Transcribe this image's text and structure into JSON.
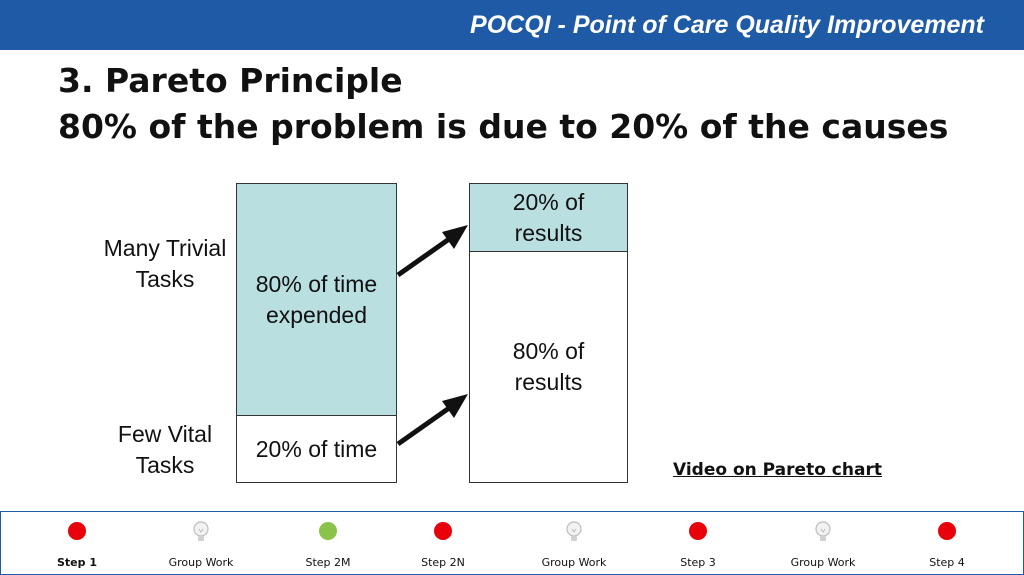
{
  "header": {
    "title": "POCQI - Point of Care Quality Improvement"
  },
  "heading": {
    "line1": "3. Pareto Principle",
    "line2": "80% of the problem is due to 20% of the causes"
  },
  "diagram": {
    "left_labels": {
      "top": [
        "Many Trivial",
        "Tasks"
      ],
      "bottom": [
        "Few Vital",
        "Tasks"
      ]
    },
    "left_box": {
      "top": [
        "80% of time",
        "expended"
      ],
      "bottom": [
        "20% of time"
      ]
    },
    "right_box": {
      "top": [
        "20% of",
        "results"
      ],
      "bottom": [
        "80% of",
        "results"
      ]
    },
    "shade_color": "#b9dfe1"
  },
  "video_link": "Video on Pareto chart",
  "nav": {
    "steps": [
      {
        "label": "Step 1",
        "marker": "dot",
        "color": "#e8000b",
        "active": true
      },
      {
        "label": "Group Work",
        "marker": "lightbulb-icon",
        "color": "#d9d9d9",
        "active": false
      },
      {
        "label": "Step 2M",
        "marker": "dot",
        "color": "#8bc34a",
        "active": false
      },
      {
        "label": "Step 2N",
        "marker": "dot",
        "color": "#e8000b",
        "active": false
      },
      {
        "label": "Group Work",
        "marker": "lightbulb-icon",
        "color": "#d9d9d9",
        "active": false
      },
      {
        "label": "Step 3",
        "marker": "dot",
        "color": "#e8000b",
        "active": false
      },
      {
        "label": "Group Work",
        "marker": "lightbulb-icon",
        "color": "#d9d9d9",
        "active": false
      },
      {
        "label": "Step 4",
        "marker": "dot",
        "color": "#e8000b",
        "active": false
      }
    ]
  }
}
